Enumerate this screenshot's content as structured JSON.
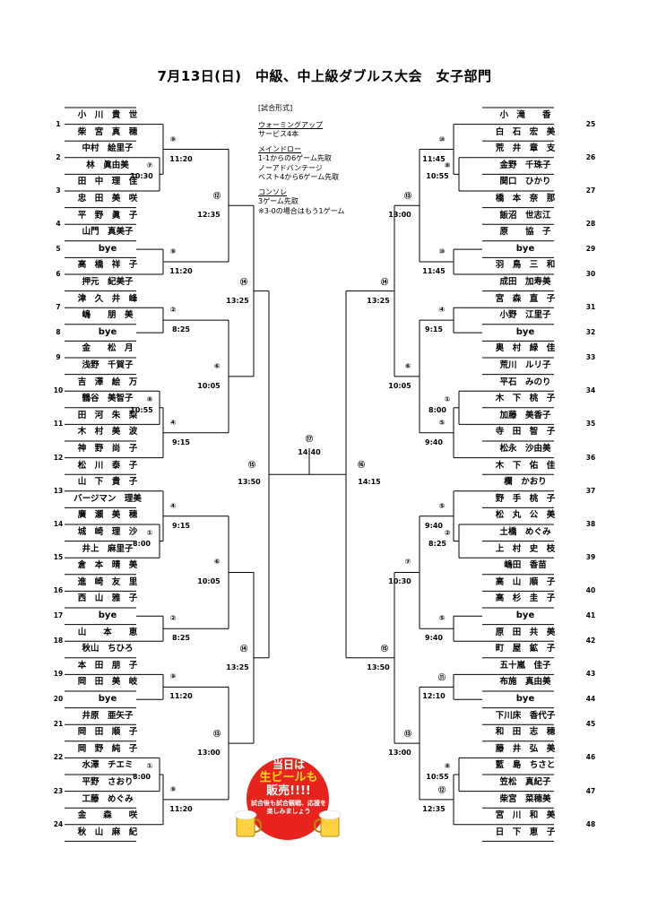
{
  "title": "7月13日(日)　中級、中上級ダブルス大会　女子部門",
  "info": {
    "heading": "[試合形式]",
    "warmup_label": "ウォーミングアップ",
    "warmup_detail": "サービス4本",
    "main_label": "メインドロー",
    "main_detail_1": "1-1からの6ゲーム先取",
    "main_detail_2": "ノーアドバンテージ",
    "main_detail_3": "ベスト4から6ゲーム先取",
    "consolation_label": "コンソレ",
    "consolation_detail_1": "3ゲーム先取",
    "consolation_detail_2": "※3-0の場合はもう1ゲーム"
  },
  "left_entries": [
    {
      "seed": "1",
      "players": [
        "小　川　貴　世",
        "柴　宮　真　穂"
      ]
    },
    {
      "seed": "2",
      "players": [
        "中村　絵里子",
        "林　眞由美"
      ]
    },
    {
      "seed": "3",
      "players": [
        "田　中　理　佳",
        "忠　田　美　咲"
      ]
    },
    {
      "seed": "4",
      "players": [
        "平　野　眞　子",
        "山門　真美子"
      ]
    },
    {
      "seed": "5",
      "players": [
        "bye"
      ]
    },
    {
      "seed": "6",
      "players": [
        "高　橋　祥　子",
        "押元　紀美子"
      ]
    },
    {
      "seed": "7",
      "players": [
        "津　久　井　峰",
        "嶋　　朋　美"
      ]
    },
    {
      "seed": "8",
      "players": [
        "bye"
      ]
    },
    {
      "seed": "9",
      "players": [
        "金　　松　月",
        "浅野　千賀子"
      ]
    },
    {
      "seed": "10",
      "players": [
        "吉　澤　絵　万",
        "鶴谷　美智子"
      ]
    },
    {
      "seed": "11",
      "players": [
        "田　河　朱　梨",
        "木　村　美　波"
      ]
    },
    {
      "seed": "12",
      "players": [
        "神　野　尚　子",
        "松　川　泰　子"
      ]
    },
    {
      "seed": "13",
      "players": [
        "山　下　貴　子",
        "バージマン　理美"
      ]
    },
    {
      "seed": "14",
      "players": [
        "廣　瀬　美　穂",
        "城　崎　理　沙"
      ]
    },
    {
      "seed": "15",
      "players": [
        "井上　麻里子",
        "倉　本　晴　美"
      ]
    },
    {
      "seed": "16",
      "players": [
        "進　崎　友　里",
        "西　山　雅　子"
      ]
    },
    {
      "seed": "17",
      "players": [
        "bye"
      ]
    },
    {
      "seed": "18",
      "players": [
        "山　　本　　恵",
        "秋山　ちひろ"
      ]
    },
    {
      "seed": "19",
      "players": [
        "本　田　朋　子",
        "岡　田　美　岐"
      ]
    },
    {
      "seed": "20",
      "players": [
        "bye"
      ]
    },
    {
      "seed": "21",
      "players": [
        "井原　亜矢子",
        "岡　田　順　子"
      ]
    },
    {
      "seed": "22",
      "players": [
        "岡　野　純　子",
        "水澤　チエミ"
      ]
    },
    {
      "seed": "23",
      "players": [
        "平野　さおり",
        "工藤　めぐみ"
      ]
    },
    {
      "seed": "24",
      "players": [
        "金　　森　　咲",
        "秋　山　麻　紀"
      ]
    }
  ],
  "right_entries": [
    {
      "seed": "25",
      "players": [
        "小　滝　　香",
        "白　石　宏　美"
      ]
    },
    {
      "seed": "26",
      "players": [
        "荒　井　章　支",
        "金野　千珠子"
      ]
    },
    {
      "seed": "27",
      "players": [
        "関口　ひかり",
        "橋　本　奈　那"
      ]
    },
    {
      "seed": "28",
      "players": [
        "飯沼　世志江",
        "原　　協　子"
      ]
    },
    {
      "seed": "29",
      "players": [
        "bye"
      ]
    },
    {
      "seed": "30",
      "players": [
        "羽　鳥　三　和",
        "成田　加寿美"
      ]
    },
    {
      "seed": "31",
      "players": [
        "宮　森　直　子",
        "小野　江里子"
      ]
    },
    {
      "seed": "32",
      "players": [
        "bye"
      ]
    },
    {
      "seed": "33",
      "players": [
        "奥　村　緑　佳",
        "荒川　ルリ子"
      ]
    },
    {
      "seed": "34",
      "players": [
        "平石　みのり",
        "木　下　桃　子"
      ]
    },
    {
      "seed": "35",
      "players": [
        "加藤　美香子",
        "寺　田　智　子"
      ]
    },
    {
      "seed": "36",
      "players": [
        "松永　沙由美",
        "木　下　佑　佳"
      ]
    },
    {
      "seed": "37",
      "players": [
        "欄　かおり",
        "野　手　桃　子"
      ]
    },
    {
      "seed": "38",
      "players": [
        "松　丸　公　美",
        "土橋　めぐみ"
      ]
    },
    {
      "seed": "39",
      "players": [
        "上　村　史　枝",
        "嶋田　香苗"
      ]
    },
    {
      "seed": "40",
      "players": [
        "高　山　順　子",
        "高　杉　圭　子"
      ]
    },
    {
      "seed": "41",
      "players": [
        "bye"
      ]
    },
    {
      "seed": "42",
      "players": [
        "原　田　共　美",
        "町　屋　鉱　子"
      ]
    },
    {
      "seed": "43",
      "players": [
        "五十嵐　佳子",
        "布施　真由美"
      ]
    },
    {
      "seed": "44",
      "players": [
        "bye"
      ]
    },
    {
      "seed": "45",
      "players": [
        "下川床　香代子",
        "和　田　志　穂"
      ]
    },
    {
      "seed": "46",
      "players": [
        "藤　井　弘　美",
        "藍　島　ちさと"
      ]
    },
    {
      "seed": "47",
      "players": [
        "笠松　真紀子",
        "柴宮　菜穂美"
      ]
    },
    {
      "seed": "48",
      "players": [
        "宮　川　和　美",
        "日　下　恵　子"
      ]
    }
  ],
  "left_round1": [
    {
      "num": "⑦",
      "time": "10:30"
    },
    {
      "num": "⑧",
      "time": "10:55"
    },
    {
      "num": "①",
      "time": "8:00"
    },
    {
      "num": "①",
      "time": "8:00"
    }
  ],
  "right_round1": [
    {
      "num": "⑧",
      "time": "10:55"
    },
    {
      "num": "①",
      "time": "8:00"
    },
    {
      "num": "②",
      "time": "8:25"
    },
    {
      "num": "⑧",
      "time": "10:55"
    }
  ],
  "left_round2": [
    {
      "num": "⑨",
      "time": "11:20"
    },
    {
      "num": "⑨",
      "time": "11:20"
    },
    {
      "num": "②",
      "time": "8:25"
    },
    {
      "num": "④",
      "time": "9:15"
    },
    {
      "num": "④",
      "time": "9:15"
    },
    {
      "num": "②",
      "time": "8:25"
    },
    {
      "num": "⑨",
      "time": "11:20"
    },
    {
      "num": "⑨",
      "time": "11:20"
    }
  ],
  "right_round2": [
    {
      "num": "⑩",
      "time": "11:45"
    },
    {
      "num": "⑩",
      "time": "11:45"
    },
    {
      "num": "④",
      "time": "9:15"
    },
    {
      "num": "⑤",
      "time": "9:40"
    },
    {
      "num": "⑤",
      "time": "9:40"
    },
    {
      "num": "⑤",
      "time": "9:40"
    },
    {
      "num": "⑪",
      "time": "12:10"
    },
    {
      "num": "⑫",
      "time": "12:35"
    }
  ],
  "left_round3": [
    {
      "num": "⑫",
      "time": "12:35"
    },
    {
      "num": "⑥",
      "time": "10:05"
    },
    {
      "num": "⑥",
      "time": "10:05"
    },
    {
      "num": "⑬",
      "time": "13:00"
    }
  ],
  "right_round3": [
    {
      "num": "⑬",
      "time": "13:00"
    },
    {
      "num": "⑥",
      "time": "10:05"
    },
    {
      "num": "⑦",
      "time": "10:30"
    },
    {
      "num": "⑬",
      "time": "13:00"
    }
  ],
  "left_round4": [
    {
      "num": "⑭",
      "time": "13:25"
    },
    {
      "num": "⑭",
      "time": "13:25"
    }
  ],
  "right_round4": [
    {
      "num": "⑭",
      "time": "13:25"
    },
    {
      "num": "⑮",
      "time": "13:50"
    }
  ],
  "left_semi": {
    "num": "⑮",
    "time": "13:50"
  },
  "right_semi": {
    "num": "⑯",
    "time": "14:15"
  },
  "final": {
    "num": "⑰",
    "time": "14:40"
  },
  "beer": {
    "line1": "当日は",
    "line2": "生ビールも",
    "line3": "販売!!!!",
    "line4": "試合後も試合観戦、応援を楽しみましょう"
  },
  "colors": {
    "badge_red": "#e8231d",
    "beer_yellow": "#ffd23f",
    "foam": "#ffffff"
  }
}
